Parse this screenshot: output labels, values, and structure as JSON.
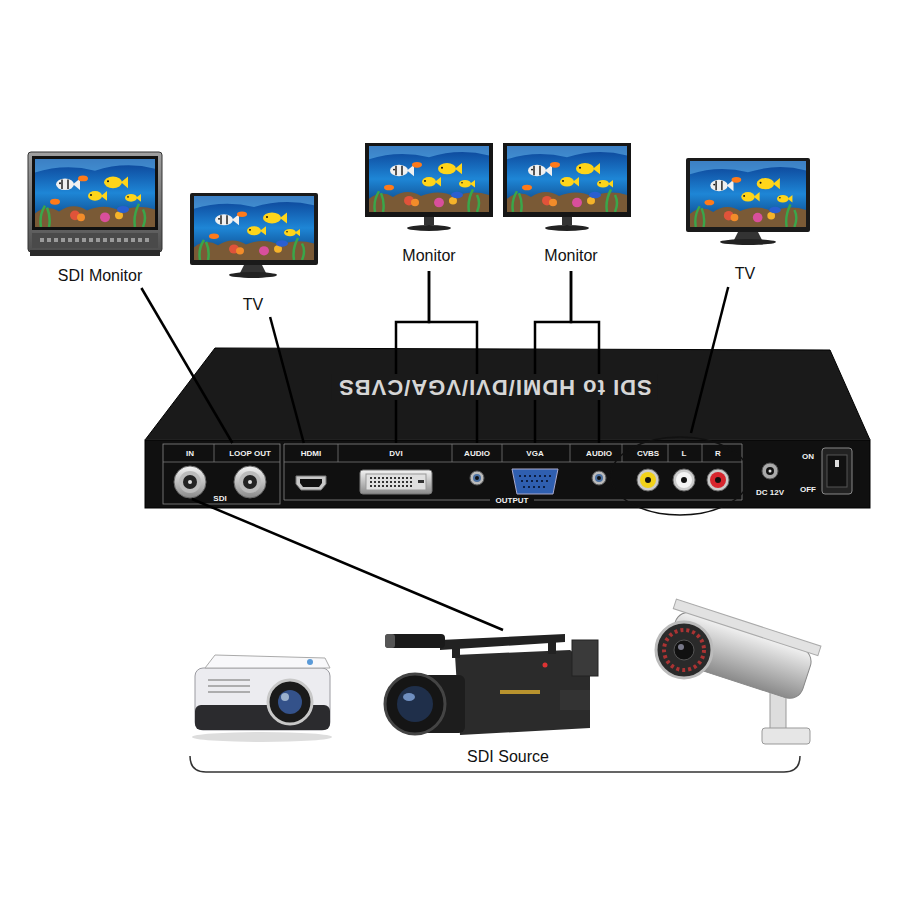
{
  "diagram": {
    "nodes": [
      {
        "text": [
          "SDI Monitor"
        ]
      },
      {
        "text": [
          "TV"
        ]
      },
      {
        "text": [
          "Monitor"
        ]
      },
      {
        "text": [
          "Monitor"
        ]
      },
      {
        "text": [
          "TV"
        ]
      },
      {
        "text": [
          "SDI to HDMI/DVI/VGA/CVBS"
        ]
      },
      {
        "text": [
          "IN"
        ],
        "in": 5
      },
      {
        "text": [
          "LOOP OUT"
        ],
        "in": 5
      },
      {
        "text": [
          "HDMI"
        ],
        "in": 5
      },
      {
        "text": [
          "DVI"
        ],
        "in": 5
      },
      {
        "text": [
          "AUDIO"
        ],
        "in": 5
      },
      {
        "text": [
          "VGA"
        ],
        "in": 5
      },
      {
        "text": [
          "AUDIO"
        ],
        "in": 5
      },
      {
        "text": [
          "CVBS",
          "L",
          "R"
        ],
        "in": 5
      }
    ],
    "edges": [
      {
        "from": 0,
        "to": 7,
        "arrow": "none"
      },
      {
        "from": 1,
        "to": 8,
        "arrow": "none"
      },
      {
        "from": 2,
        "to": 9,
        "arrow": "none"
      },
      {
        "from": 2,
        "to": 10,
        "arrow": "none"
      },
      {
        "from": 3,
        "to": 11,
        "arrow": "none"
      },
      {
        "from": 3,
        "to": 12,
        "arrow": "none"
      },
      {
        "from": 4,
        "to": 13,
        "arrow": "none"
      }
    ],
    "labels": [
      "SDI",
      "OUTPUT",
      "DC 12V",
      "ON",
      "OFF",
      "SDI Source"
    ]
  }
}
